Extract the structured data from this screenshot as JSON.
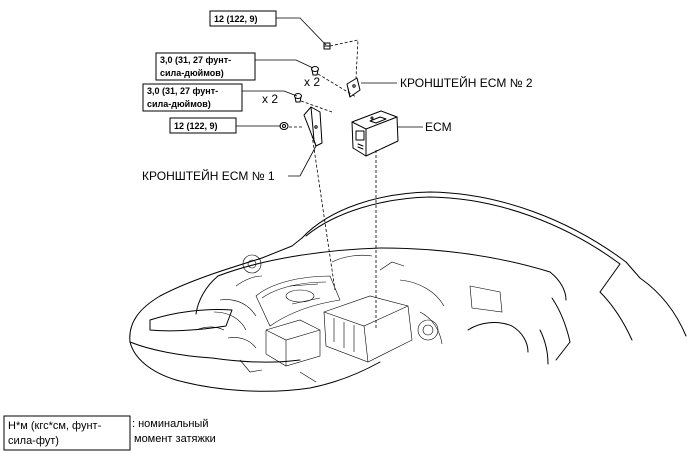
{
  "torque_boxes": [
    {
      "text": "12 (122, 9)"
    },
    {
      "line1": "3,0 (31, 27 фунт-",
      "line2": "сила-дюймов)"
    },
    {
      "line1": "3,0 (31, 27 фунт-",
      "line2": "сила-дюймов)"
    },
    {
      "text": "12 (122, 9)"
    }
  ],
  "quantities": [
    "x 2",
    "x 2"
  ],
  "labels": {
    "bracket2": "КРОНШТЕЙН ECM № 2",
    "ecm": "ECM",
    "bracket1": "КРОНШТЕЙН ECM № 1"
  },
  "legend": {
    "box_line1": "Н*м (кгс*см, фунт-",
    "box_line2": "сила-фут)",
    "desc_line1": ": номинальный",
    "desc_line2": "момент затяжки"
  }
}
